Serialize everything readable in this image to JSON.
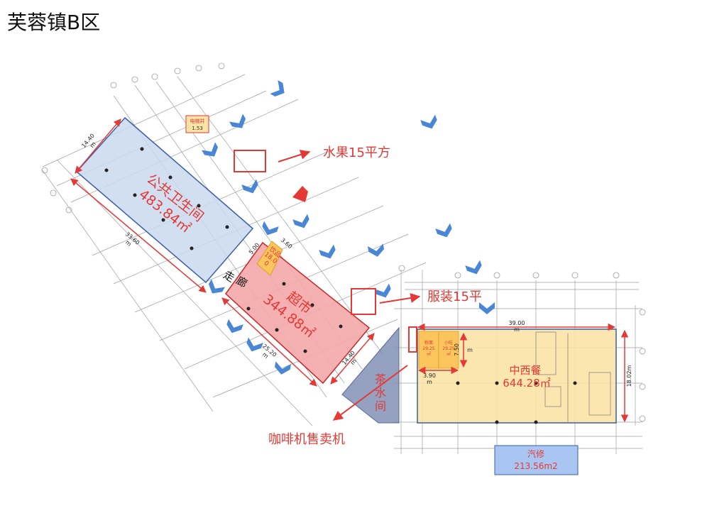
{
  "title": "芙蓉镇B区",
  "colors": {
    "red": "#e53935",
    "arrow_blue": "#4a86d6",
    "toilet_fill": "#c9d9ee",
    "market_fill": "#f4a7aa",
    "dining_fill": "#fbe3a6",
    "auto_fill": "#a9c6f2",
    "tea_fill": "#8390b5"
  },
  "zones": {
    "toilet": {
      "name": "公共卫生间",
      "area": "483.84㎡"
    },
    "market": {
      "name": "超市",
      "area": "344.88㎡"
    },
    "dining": {
      "name": "中西餐",
      "area": "644.28㎡"
    },
    "auto": {
      "name": "汽修",
      "area": "213.56m2"
    },
    "drinks": {
      "l1": "饮品",
      "l2": "18.0",
      "l3": "0"
    },
    "snack1": {
      "l1": "粉面",
      "l2": "29.25",
      "l3": "㎡"
    },
    "snack2": {
      "l1": "小吃",
      "l2": "29.25",
      "l3": "㎡"
    },
    "tea": {
      "c1": "茶",
      "c2": "水",
      "c3": "间"
    },
    "corridor": {
      "c1": "走",
      "c2": "廊"
    },
    "small_box": {
      "l1": "电梯井",
      "l2": "1.53"
    }
  },
  "callouts": {
    "fruit": "水果15平方",
    "clothing": "服装15平",
    "coffee": "咖啡机售卖机"
  },
  "dims": {
    "d1440a": "14.40",
    "d1440b": "14.40",
    "d3360": "33.60",
    "d2520": "25.20",
    "d500": "5.00",
    "d360": "3.60",
    "d3900": "39.00",
    "d1802": "18.02m",
    "d390": "3.90",
    "d750": "7.50",
    "unit": "m"
  }
}
